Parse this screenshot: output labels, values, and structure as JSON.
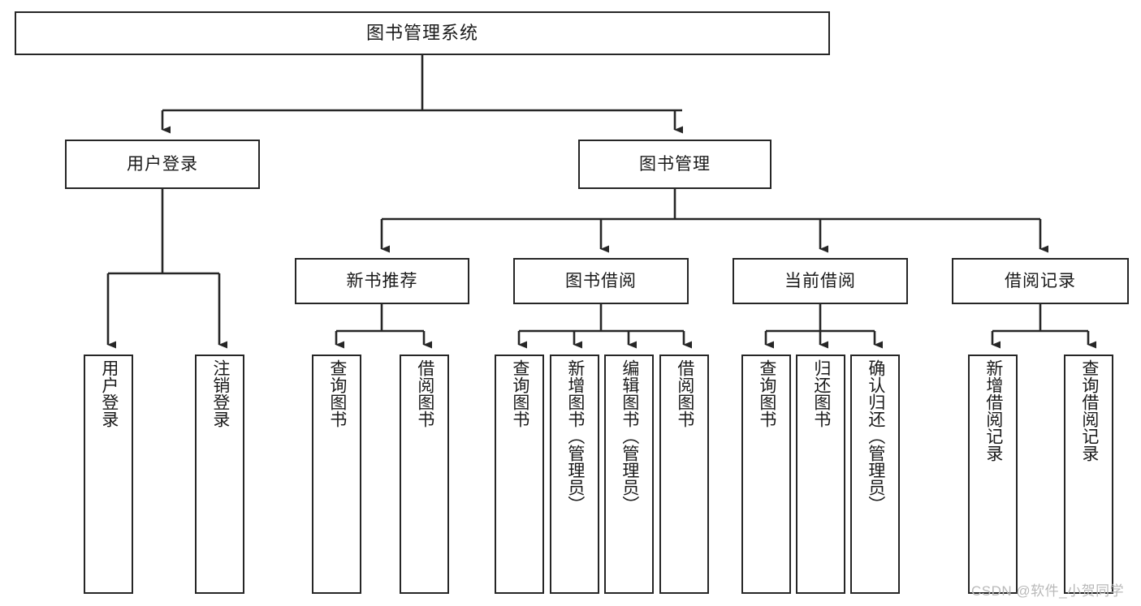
{
  "diagram": {
    "title_node": {
      "label": "图书管理系统"
    },
    "level1": [
      {
        "id": "user-login",
        "label": "用户登录"
      },
      {
        "id": "book-management",
        "label": "图书管理"
      }
    ],
    "level2": [
      {
        "id": "new-book-recommend",
        "label": "新书推荐"
      },
      {
        "id": "book-borrow",
        "label": "图书借阅"
      },
      {
        "id": "current-borrow",
        "label": "当前借阅"
      },
      {
        "id": "borrow-record",
        "label": "借阅记录"
      }
    ],
    "leaves": {
      "user_login": [
        {
          "id": "leaf-user-login",
          "label": "用户登录"
        },
        {
          "id": "leaf-logout-login",
          "label": "注销登录"
        }
      ],
      "new_book_recommend": [
        {
          "id": "leaf-query-book-1",
          "label": "查询图书"
        },
        {
          "id": "leaf-borrow-book-1",
          "label": "借阅图书"
        }
      ],
      "book_borrow": [
        {
          "id": "leaf-query-book-2",
          "label": "查询图书"
        },
        {
          "id": "leaf-add-book",
          "label": "新增图书（管理员）"
        },
        {
          "id": "leaf-edit-book",
          "label": "编辑图书（管理员）"
        },
        {
          "id": "leaf-borrow-book-2",
          "label": "借阅图书"
        }
      ],
      "current_borrow": [
        {
          "id": "leaf-query-book-3",
          "label": "查询图书"
        },
        {
          "id": "leaf-return-book",
          "label": "归还图书"
        },
        {
          "id": "leaf-confirm-return",
          "label": "确认归还（管理员）"
        }
      ],
      "borrow_record": [
        {
          "id": "leaf-add-borrow-record",
          "label": "新增借阅记录"
        },
        {
          "id": "leaf-query-borrow-record",
          "label": "查询借阅记录"
        }
      ]
    }
  },
  "watermark": {
    "text": "CSDN @软件_小贺同学"
  },
  "colors": {
    "line": "#262626",
    "box_border": "#262626",
    "background": "#ffffff",
    "text": "#1a1a1a",
    "watermark": "#b9b9b9"
  }
}
